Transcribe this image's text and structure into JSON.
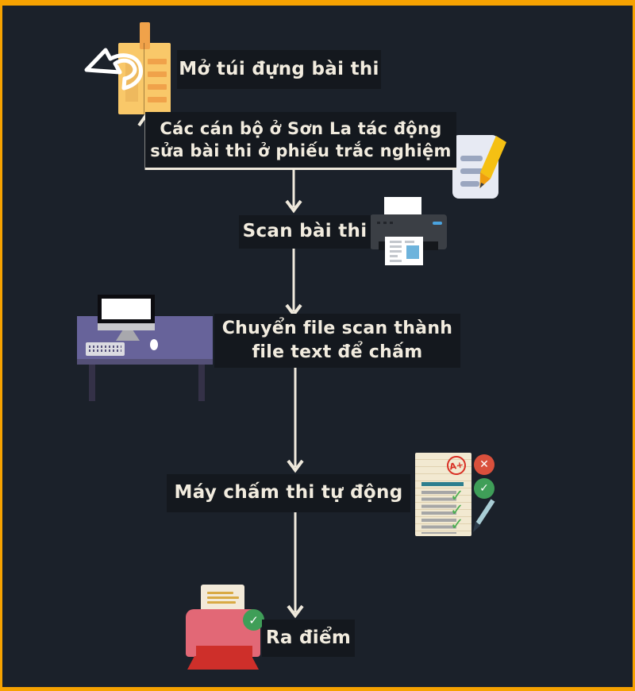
{
  "colors": {
    "background": "#1b212a",
    "frame": "#f6a201",
    "label_box": "#14181e",
    "label_text": "#f2ecdf",
    "flow_line": "#efe9dc",
    "bag_yellow": "#f9c869",
    "bag_stripe": "#f0a24a",
    "desk_purple": "#67639a",
    "printer_rose": "#e26876",
    "printer_red": "#ce2f2a",
    "paper_cream": "#f2e9d1",
    "success_green": "#3f9e58",
    "error_red": "#d9503c"
  },
  "flow": {
    "step1": "Mở túi đựng bài thi",
    "note_line1": "Các cán bộ ở Sơn La tác động",
    "note_line2": "sửa bài thi ở phiếu trắc nghiệm",
    "step2": "Scan bài thi",
    "step3_line1": "Chuyển file scan thành",
    "step3_line2": "file text để chấm",
    "step4": "Máy chấm thi tự động",
    "step5": "Ra điểm"
  },
  "glyphs": {
    "check": "✓",
    "cross": "✕",
    "grade_mark": "A+"
  }
}
